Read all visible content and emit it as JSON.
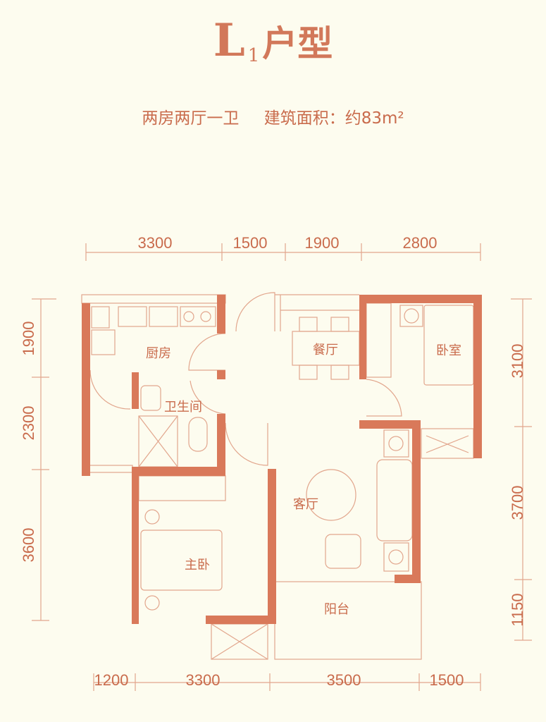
{
  "title": {
    "letter": "L",
    "subscript": "1",
    "suffix": "户型"
  },
  "subtitle": {
    "layout": "两房两厅一卫",
    "area": "建筑面积：约83m²"
  },
  "rooms": {
    "kitchen": "厨房",
    "bathroom": "卫生间",
    "dining": "餐厅",
    "bedroom": "卧室",
    "living": "客厅",
    "master_bedroom": "主卧",
    "balcony": "阳台"
  },
  "dimensions": {
    "top": [
      "3300",
      "1500",
      "1900",
      "2800"
    ],
    "bottom": [
      "1200",
      "3300",
      "3500",
      "1500"
    ],
    "left": [
      "1900",
      "2300",
      "3600"
    ],
    "right": [
      "3100",
      "3700",
      "1150"
    ]
  },
  "colors": {
    "wall": "#d9795a",
    "line": "#e2a68d",
    "background": "#fdfcef"
  }
}
